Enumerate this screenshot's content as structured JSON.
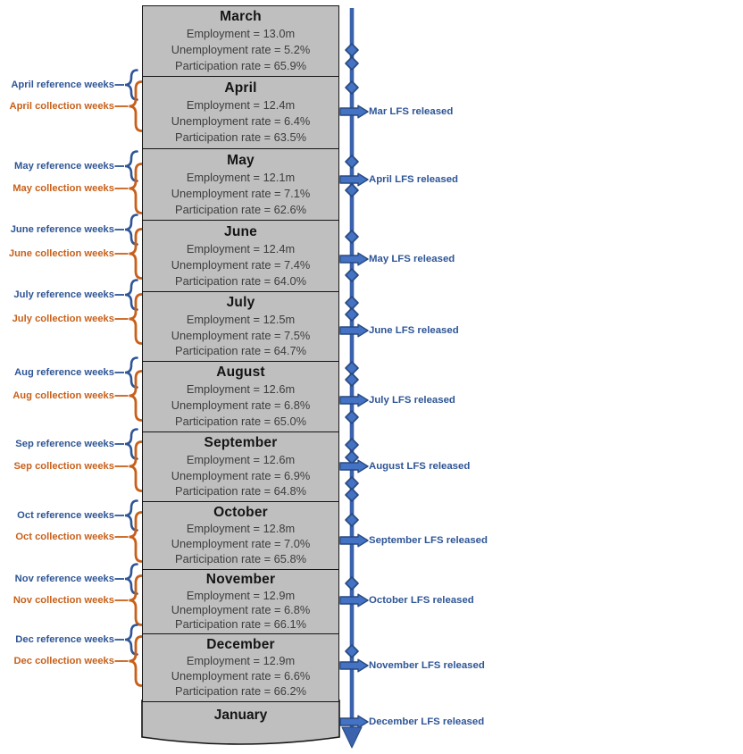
{
  "months": [
    {
      "name": "March",
      "lines": [
        "Employment = 13.0m",
        "Unemployment rate = 5.2%",
        "Participation rate = 65.9%"
      ]
    },
    {
      "name": "April",
      "lines": [
        "Employment = 12.4m",
        "Unemployment rate = 6.4%",
        "Participation rate = 63.5%"
      ]
    },
    {
      "name": "May",
      "lines": [
        "Employment = 12.1m",
        "Unemployment rate = 7.1%",
        "Participation rate = 62.6%"
      ]
    },
    {
      "name": "June",
      "lines": [
        "Employment = 12.4m",
        "Unemployment rate = 7.4%",
        "Participation rate = 64.0%"
      ]
    },
    {
      "name": "July",
      "lines": [
        "Employment = 12.5m",
        "Unemployment rate = 7.5%",
        "Participation rate = 64.7%"
      ]
    },
    {
      "name": "August",
      "lines": [
        "Employment = 12.6m",
        "Unemployment rate = 6.8%",
        "Participation rate = 65.0%"
      ]
    },
    {
      "name": "September",
      "lines": [
        "Employment = 12.6m",
        "Unemployment rate = 6.9%",
        "Participation rate = 64.8%"
      ]
    },
    {
      "name": "October",
      "lines": [
        "Employment = 12.8m",
        "Unemployment rate = 7.0%",
        "Participation rate = 65.8%"
      ]
    },
    {
      "name": "November",
      "lines": [
        "Employment = 12.9m",
        "Unemployment rate = 6.8%",
        "Participation rate = 66.1%"
      ]
    },
    {
      "name": "December",
      "lines": [
        "Employment = 12.9m",
        "Unemployment rate = 6.6%",
        "Participation rate = 66.2%"
      ]
    }
  ],
  "next_month": {
    "name": "January"
  },
  "week_labels": [
    {
      "reference": "April reference weeks",
      "collection": "April collection weeks"
    },
    {
      "reference": "May reference weeks",
      "collection": "May collection weeks"
    },
    {
      "reference": "June reference weeks",
      "collection": "June collection weeks"
    },
    {
      "reference": "July reference weeks",
      "collection": "July collection weeks"
    },
    {
      "reference": "Aug reference weeks",
      "collection": "Aug collection weeks"
    },
    {
      "reference": "Sep reference weeks",
      "collection": "Sep collection weeks"
    },
    {
      "reference": "Oct reference weeks",
      "collection": "Oct collection weeks"
    },
    {
      "reference": "Nov reference weeks",
      "collection": "Nov collection weeks"
    },
    {
      "reference": "Dec reference weeks",
      "collection": "Dec collection weeks"
    }
  ],
  "releases": [
    {
      "label": "Mar LFS released"
    },
    {
      "label": "April LFS released"
    },
    {
      "label": "May LFS released"
    },
    {
      "label": "June LFS released"
    },
    {
      "label": "July LFS released"
    },
    {
      "label": "August LFS released"
    },
    {
      "label": "September LFS released"
    },
    {
      "label": "October LFS released"
    },
    {
      "label": "November LFS released"
    },
    {
      "label": "December LFS released"
    }
  ],
  "colors": {
    "reference_blue": "#2e5596",
    "collection_orange": "#c8601a",
    "timeline_blue": "#3a62ad",
    "marker_fill": "#4472c4",
    "marker_stroke": "#27497f",
    "box_fill": "#bfbfbf",
    "box_border": "#141414"
  }
}
